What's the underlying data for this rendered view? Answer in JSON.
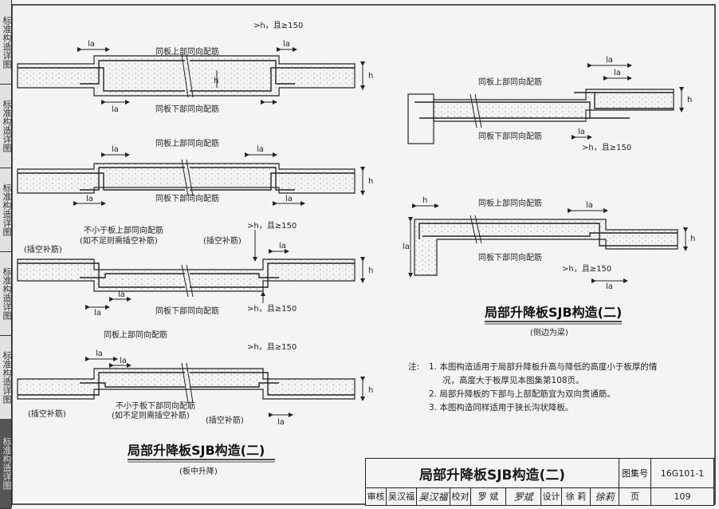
{
  "side_tab": {
    "text": "标准构造详图"
  },
  "left": {
    "title": "局部升降板SJB构造(二)",
    "subtitle": "(板中升降)",
    "labels": {
      "h_ge_150": ">h，且≥150",
      "top_rebar": "同板上部同向配筋",
      "bottom_rebar": "同板下部同向配筋",
      "add_bar": "(插空补筋)",
      "not_less_top": "不小于板上部同向配筋",
      "not_less_top_note": "(如不足则需插空补筋)",
      "not_less_bottom": "不小于板下部同向配筋",
      "not_less_bottom_note": "(如不足则需插空补筋)",
      "la": "la",
      "h": "h"
    }
  },
  "right": {
    "title": "局部升降板SJB构造(二)",
    "subtitle": "(侧边为梁)",
    "labels": {
      "top_rebar": "同板上部同向配筋",
      "bottom_rebar": "同板下部同向配筋",
      "h_ge_150": ">h，且≥150",
      "la": "la",
      "h": "h"
    }
  },
  "notes": {
    "prefix": "注:",
    "items": [
      "1. 本图构造适用于局部升降板升高与降低的高度小于板厚的情",
      "况，高度大于板厚见本图集第108页。",
      "2. 局部升降板的下部与上部配筋宜为双向贯通筋。",
      "3. 本图构造同样适用于狭长沟状降板。"
    ]
  },
  "title_block": {
    "title": "局部升降板SJB构造(二)",
    "atlas_label": "图集号",
    "atlas_no": "16G101-1",
    "review_label": "审核",
    "review_name": "吴汉福",
    "review_sig": "吴汉福",
    "check_label": "校对",
    "check_name": "罗 斌",
    "check_sig": "罗斌",
    "design_label": "设计",
    "design_name": "徐 莉",
    "design_sig": "徐莉",
    "page_label": "页",
    "page_no": "109"
  }
}
